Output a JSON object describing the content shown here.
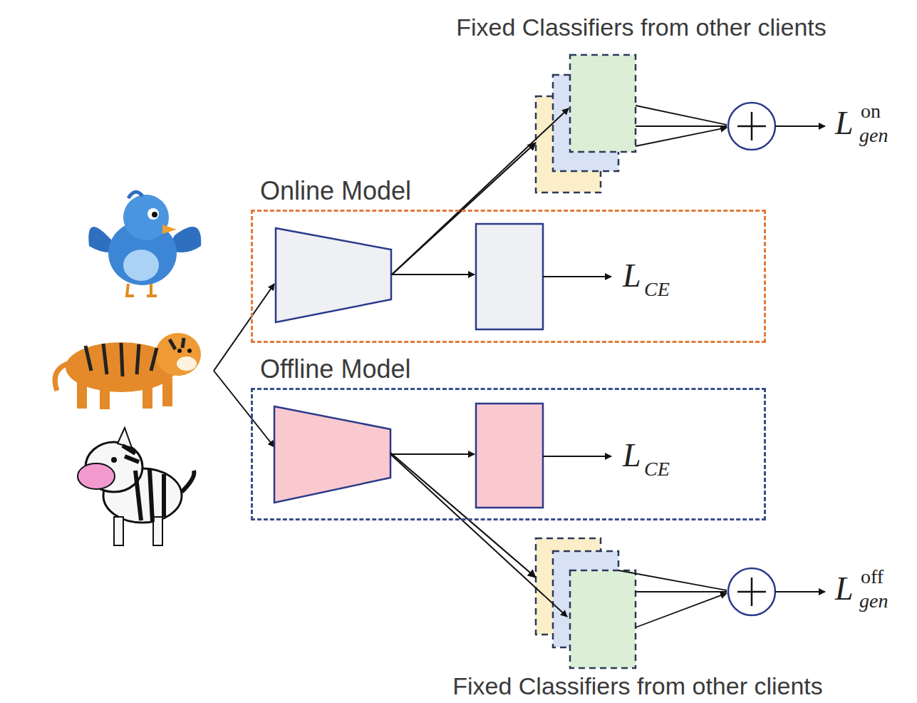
{
  "diagram": {
    "nodes": [
      {
        "text": [
          "Online Model"
        ]
      },
      {
        "text": [
          "Offline Model"
        ]
      },
      {
        "text": [
          "Fixed Classifiers from other clients"
        ]
      },
      {
        "text": [
          "Fixed Classifiers from other clients"
        ]
      }
    ],
    "edges": [
      {
        "from": 0,
        "to": 2,
        "arrow": "to"
      },
      {
        "from": 1,
        "to": 3,
        "arrow": "to"
      }
    ],
    "labels": [
      "L",
      "on",
      "gen",
      "L",
      "CE",
      "L",
      "CE",
      "L",
      "off",
      "gen"
    ]
  }
}
